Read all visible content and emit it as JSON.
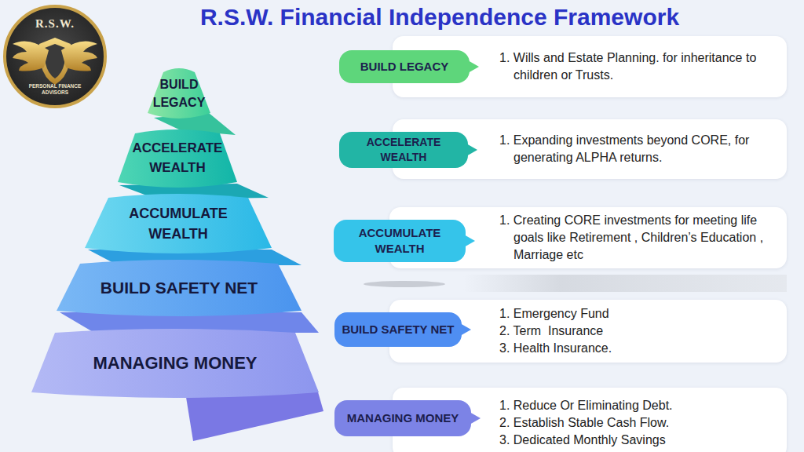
{
  "diagram": {
    "title": "R.S.W. Financial Independence Framework",
    "nodes": [
      {
        "text": [
          "R.S.W.",
          "PERSONAL FINANCE ADVISORS"
        ]
      },
      {
        "text": [
          "BUILD LEGACY"
        ]
      },
      {
        "text": [
          "ACCELERATE WEALTH"
        ]
      },
      {
        "text": [
          "ACCUMULATE WEALTH"
        ]
      },
      {
        "text": [
          "BUILD SAFETY NET"
        ]
      },
      {
        "text": [
          "MANAGING MONEY"
        ]
      },
      {
        "text": [
          "BUILD LEGACY"
        ]
      },
      {
        "text": [
          "1. Wills and Estate Planning. for inheritance to children or Trusts."
        ]
      },
      {
        "text": [
          "ACCELERATE WEALTH"
        ]
      },
      {
        "text": [
          "1. Expanding investments beyond CORE, for generating ALPHA returns."
        ]
      },
      {
        "text": [
          "ACCUMULATE WEALTH"
        ]
      },
      {
        "text": [
          "1. Creating CORE investments for meeting life goals like Retirement , Children’s Education , Marriage etc"
        ]
      },
      {
        "text": [
          "BUILD SAFETY NET"
        ]
      },
      {
        "text": [
          "1. Emergency Fund",
          "2. Term  Insurance",
          "3. Health Insurance."
        ]
      },
      {
        "text": [
          "MANAGING MONEY"
        ]
      },
      {
        "text": [
          "1. Reduce Or Eliminating Debt.",
          "2. Establish Stable Cash Flow.",
          "3. Dedicated Monthly Savings"
        ]
      }
    ]
  }
}
